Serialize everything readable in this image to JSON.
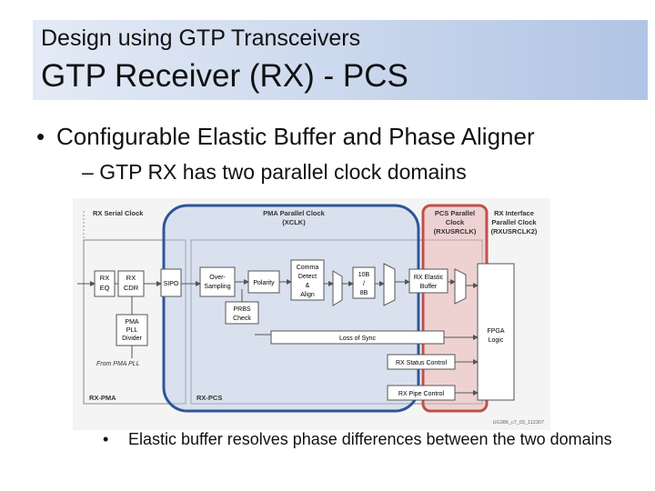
{
  "slide": {
    "subtitle": "Design using GTP Transceivers",
    "title": "GTP Receiver (RX) - PCS",
    "bullet_main": "Configurable Elastic Buffer and Phase Aligner",
    "bullet_sub": "GTP RX has two parallel clock domains",
    "bullet_note": "Elastic buffer resolves phase differences between the two domains",
    "bullet_glyph": "•",
    "dash_glyph": "–"
  },
  "diagram": {
    "labels": {
      "rx_serial_clock": "RX Serial Clock",
      "pma_clk_1": "PMA Parallel Clock",
      "pma_clk_2": "(XCLK)",
      "pcs_clk_1": "PCS Parallel",
      "pcs_clk_2": "Clock",
      "pcs_clk_3": "(RXUSRCLK)",
      "iface_clk_1": "RX Interface",
      "iface_clk_2": "Parallel Clock",
      "iface_clk_3": "(RXUSRCLK2)",
      "rx_eq_1": "RX",
      "rx_eq_2": "EQ",
      "rx_cdr_1": "RX",
      "rx_cdr_2": "CDR",
      "sipo": "SIPO",
      "oversampling_1": "Over-",
      "oversampling_2": "Sampling",
      "polarity": "Polarity",
      "comma_1": "Comma",
      "comma_2": "Detect",
      "comma_3": "&",
      "comma_4": "Align",
      "dec_1": "10B",
      "dec_2": "/",
      "dec_3": "8B",
      "elastic_1": "RX Elastic",
      "elastic_2": "Buffer",
      "prbs_1": "PRBS",
      "prbs_2": "Check",
      "pll_1": "PMA",
      "pll_2": "PLL",
      "pll_3": "Divider",
      "loss_of_sync": "Loss of Sync",
      "fpga_1": "FPGA",
      "fpga_2": "Logic",
      "status_ctrl": "RX Status Control",
      "pipe_ctrl": "RX Pipe Control",
      "from_pll": "From PMA PLL",
      "rx_pma": "RX-PMA",
      "rx_pcs": "RX-PCS",
      "figure_id": "UG386_c7_03_112307"
    },
    "colors": {
      "blue_domain": "#2f5597",
      "blue_fill": "#b8c9e6",
      "red_domain": "#c0504d",
      "red_fill": "#eab7b6"
    }
  }
}
